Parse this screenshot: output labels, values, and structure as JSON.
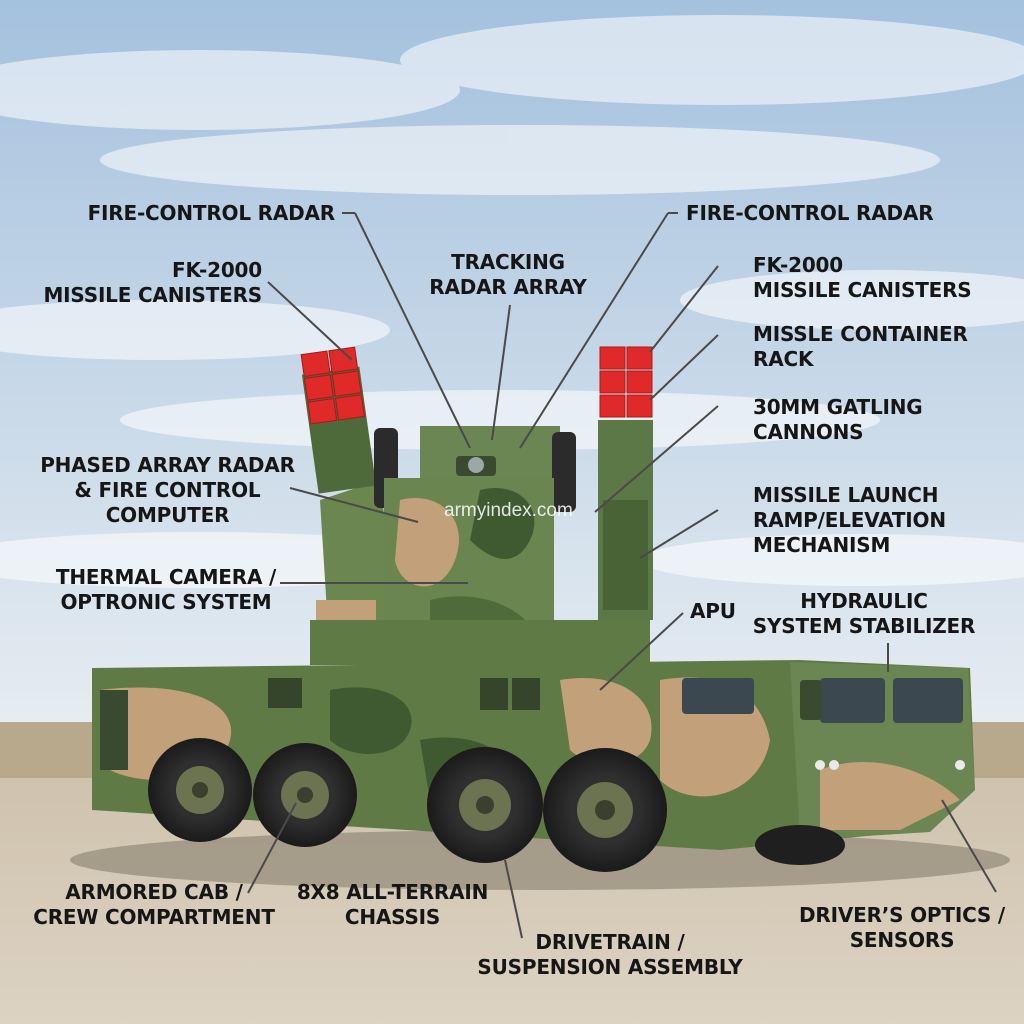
{
  "labels": {
    "fire_control_radar_left": "FIRE-CONTROL RADAR",
    "fire_control_radar_right": "FIRE-CONTROL RADAR",
    "tracking_radar": [
      "TRACKING",
      "RADAR ARRAY"
    ],
    "missile_canisters_left": [
      "FK-2000",
      "MISSILE CANISTERS"
    ],
    "missile_canisters_right": [
      "FK-2000",
      "MISSILE CANISTERS"
    ],
    "missile_container_rack": [
      "MISSLE CONTAINER",
      "RACK"
    ],
    "gatling_cannons": [
      "30MM GATLING",
      "CANNONS"
    ],
    "phased_array_radar": [
      "PHASED ARRAY RADAR",
      "& FIRE CONTROL",
      "COMPUTER"
    ],
    "missile_launch_ramp": [
      "MISSILE LAUNCH",
      "RAMP/ELEVATION",
      "MECHANISM"
    ],
    "thermal_camera": [
      "THERMAL CAMERA /",
      "OPTRONIC SYSTEM"
    ],
    "apu": "APU",
    "hydraulic_stabilizer": [
      "HYDRAULIC",
      "SYSTEM STABILIZER"
    ],
    "armored_cab": [
      "ARMORED CAB /",
      "CREW COMPARTMENT"
    ],
    "chassis": [
      "8X8 ALL-TERRAIN",
      "CHASSIS"
    ],
    "drivetrain": [
      "DRIVETRAIN /",
      "SUSPENSION ASSEMBLY"
    ],
    "drivers_optics": [
      "DRIVER’S OPTICS /",
      "SENSORS"
    ]
  },
  "watermark": "armyindex.com",
  "colors": {
    "sky_top": "#a9c4df",
    "sky_bottom": "#e4ecf2",
    "ground": "#d8cdbb",
    "camo_green": "#5f7a45",
    "camo_dark": "#3f5a30",
    "camo_tan": "#c2a07a",
    "canister_red": "#e02a2a",
    "label_text": "#161616",
    "leader_line": "#4a4a4a"
  }
}
